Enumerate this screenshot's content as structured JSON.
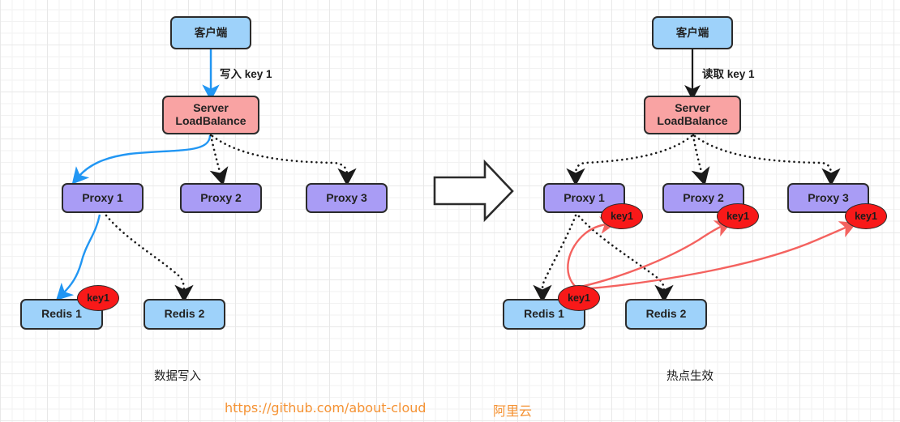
{
  "diagram": {
    "title_left": "数据写入",
    "title_right": "热点生效",
    "colors": {
      "client_fill": "#9ed2fa",
      "slb_fill": "#f9a3a3",
      "proxy_fill": "#a99cf5",
      "redis_fill": "#9ed2fa",
      "key_badge_fill": "#f81919",
      "active_flow": "#2196f3",
      "hot_flow": "#f4625f",
      "idle_flow": "#1a1a1a",
      "footer_text": "#f59233",
      "node_border": "#2b2b2b"
    }
  },
  "left_panel": {
    "caption": "数据写入",
    "client": {
      "label": "客户端"
    },
    "slb": {
      "label": "Server\nLoadBalance",
      "line1": "Server",
      "line2": "LoadBalance"
    },
    "edge_label": "写入 key 1",
    "proxies": [
      {
        "label": "Proxy 1"
      },
      {
        "label": "Proxy 2"
      },
      {
        "label": "Proxy 3"
      }
    ],
    "redis": [
      {
        "label": "Redis 1"
      },
      {
        "label": "Redis 2"
      }
    ],
    "badges": [
      {
        "label": "key1",
        "attached_to": "Redis 1"
      }
    ]
  },
  "right_panel": {
    "caption": "热点生效",
    "client": {
      "label": "客户端"
    },
    "slb": {
      "line1": "Server",
      "line2": "LoadBalance"
    },
    "edge_label": "读取 key 1",
    "proxies": [
      {
        "label": "Proxy 1"
      },
      {
        "label": "Proxy 2"
      },
      {
        "label": "Proxy 3"
      }
    ],
    "redis": [
      {
        "label": "Redis 1"
      },
      {
        "label": "Redis 2"
      }
    ],
    "badges": [
      {
        "label": "key1",
        "attached_to": "Proxy 1"
      },
      {
        "label": "key1",
        "attached_to": "Proxy 2"
      },
      {
        "label": "key1",
        "attached_to": "Proxy 3"
      },
      {
        "label": "key1",
        "attached_to": "Redis 1"
      }
    ]
  },
  "transition": {
    "icon": "right-block-arrow"
  },
  "footer": {
    "url": "https://github.com/about-cloud",
    "brand": "阿里云"
  }
}
